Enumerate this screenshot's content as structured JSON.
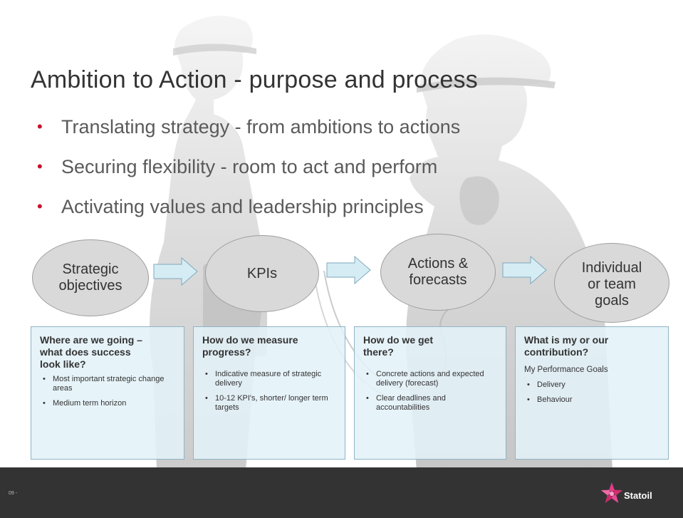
{
  "slide": {
    "title": "Ambition  to Action - purpose and process",
    "bullets": [
      "Translating  strategy - from ambitions to actions",
      "Securing flexibility - room to act and perform",
      "Activating values and leadership principles"
    ],
    "bullet_symbol": "•",
    "bullet_color": "#c8102e"
  },
  "process": {
    "steps": [
      {
        "label": "Strategic\nobjectives",
        "question": "Where are we going –\nwhat does success\nlook like?",
        "items": [
          "Most important strategic change areas",
          "Medium term horizon"
        ]
      },
      {
        "label": "KPIs",
        "question": "How do we measure\nprogress?",
        "items": [
          "Indicative  measure of strategic delivery",
          "10-12  KPI's, shorter/ longer term targets"
        ]
      },
      {
        "label": "Actions &\nforecasts",
        "question": "How do we get\nthere?",
        "items": [
          "Concrete  actions and expected   delivery (forecast)",
          "Clear deadlines  and accountabilities"
        ]
      },
      {
        "label": "Individual\nor team\ngoals",
        "question": "What is my or our\ncontribution?",
        "subheading": "My Performance  Goals",
        "items": [
          "Delivery",
          "Behaviour"
        ]
      }
    ],
    "oval_color": "#d9d9d9",
    "box_color": "#e2f1f8",
    "arrow_color": "#d6ecf5"
  },
  "footer": {
    "page_number": "09 -",
    "logo_text": "Statoil",
    "background_color": "#333333"
  }
}
